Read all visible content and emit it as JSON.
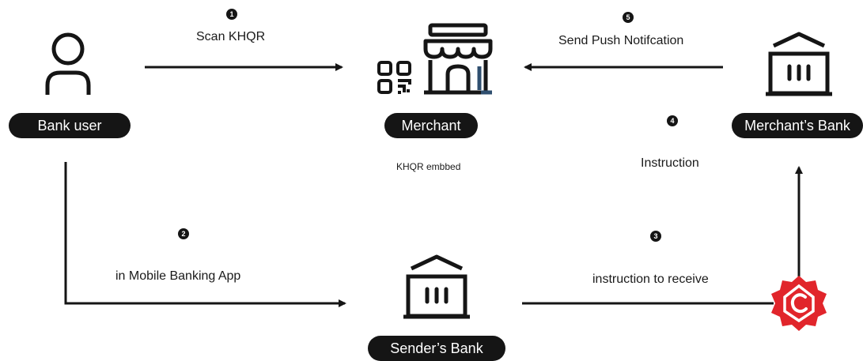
{
  "nodes": {
    "bank_user": "Bank user",
    "merchant": "Merchant",
    "merchants_bank": "Merchant’s Bank",
    "senders_bank": "Sender’s Bank"
  },
  "labels": {
    "khqr_embedded": "KHQR embbed"
  },
  "steps": [
    {
      "number": "1",
      "label": "Scan KHQR"
    },
    {
      "number": "2",
      "label": "in Mobile Banking App"
    },
    {
      "number": "3",
      "label": "instruction to receive"
    },
    {
      "number": "4",
      "label": "Instruction"
    },
    {
      "number": "5",
      "label": "Send Push Notifcation"
    }
  ],
  "colors": {
    "ink": "#151515",
    "bakong_red": "#e1252b",
    "accent_blue": "#2f4f6f"
  },
  "icons": {
    "bank_user": "person-icon",
    "merchant": "storefront-icon",
    "qr": "qr-code-icon",
    "bank": "bank-building-icon",
    "bakong": "bakong-logo-icon"
  }
}
